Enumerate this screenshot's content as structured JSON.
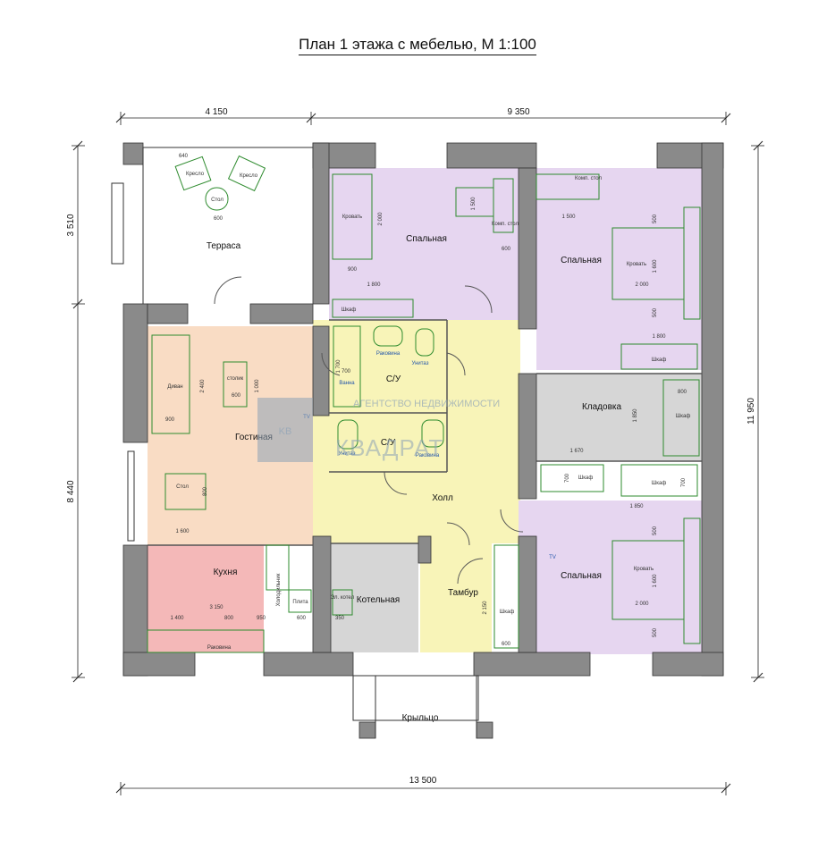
{
  "title": "План 1 этажа с мебелью, М 1:100",
  "rooms": {
    "terrace": "Терраса",
    "bedroom1": "Спальная",
    "bedroom2": "Спальная",
    "bedroom3": "Спальная",
    "living": "Гостиная",
    "kitchen": "Кухня",
    "bath1": "С/У",
    "bath2": "С/У",
    "storage": "Кладовка",
    "hall": "Холл",
    "boiler": "Котельная",
    "vestibule": "Тамбур",
    "porch": "Крыльцо"
  },
  "dimensions": {
    "top_left": "4 150",
    "top_right": "9 350",
    "left_top": "3 510",
    "left_bottom": "8 440",
    "right": "11 950",
    "bottom": "13 500"
  },
  "furniture": {
    "armchair": "Кресло",
    "table": "Стол",
    "bed": "Кровать",
    "wardrobe": "Шкаф",
    "sofa": "Диван",
    "coffee_table": "столик",
    "computer_desk": "Комп. стол",
    "bathtub": "Ванна",
    "sink": "Раковина",
    "toilet": "Унитаз",
    "fridge": "Холодильник",
    "stove": "Плита",
    "kitchen_sink": "Раковина",
    "tv": "TV",
    "boiler_unit": "Эл. котел"
  },
  "small_dims": {
    "d640": "640",
    "d600": "600",
    "d900": "900",
    "d1800": "1 800",
    "d2000": "2 000",
    "d1500": "1 500",
    "d1600": "1 600",
    "d500": "500",
    "d700": "700",
    "d1700": "1 700",
    "d2400": "2 400",
    "d1000": "1 000",
    "d800": "800",
    "d1850": "1 850",
    "d1670": "1 670",
    "d3150": "3 150",
    "d1400": "1 400",
    "d950": "950",
    "d2150": "2 150",
    "d350": "350"
  },
  "watermark": {
    "brand": "КВАДРАТ",
    "tagline": "АГЕНТСТВО НЕДВИЖИМОСТИ",
    "logo": "KB"
  },
  "colors": {
    "wall": "#8a8a8a",
    "bedroom": "#e6d6f0",
    "living": "#f9dcc4",
    "kitchen": "#f4b8b8",
    "bathroom": "#cfe1f5",
    "hall": "#f8f4b8",
    "storage": "#d6d6d6",
    "boiler": "#d6d6d6",
    "furniture": "#2e8b2e"
  }
}
